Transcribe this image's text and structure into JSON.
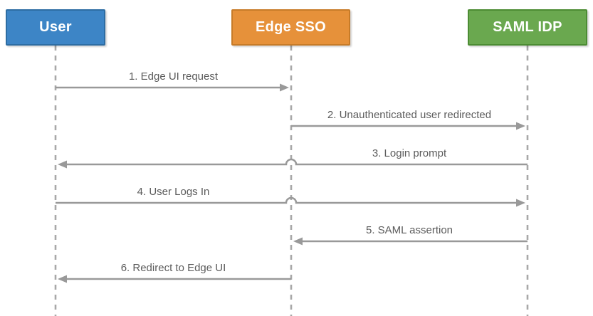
{
  "diagram": {
    "type": "sequence",
    "colors": {
      "background": "#ffffff",
      "line": "#999999",
      "lifeline": "#a8a8a8",
      "label_text": "#5b5b5b"
    },
    "actors": [
      {
        "id": "user",
        "label": "User",
        "fill": "#3d85c6",
        "border": "#2d6da3"
      },
      {
        "id": "edge_sso",
        "label": "Edge SSO",
        "fill": "#e6913a",
        "border": "#c77b28"
      },
      {
        "id": "saml_idp",
        "label": "SAML IDP",
        "fill": "#6aa84f",
        "border": "#4c8c33"
      }
    ],
    "messages": [
      {
        "label": "1. Edge UI request",
        "from": "user",
        "to": "edge_sso"
      },
      {
        "label": "2. Unauthenticated user redirected",
        "from": "edge_sso",
        "to": "saml_idp"
      },
      {
        "label": "3. Login prompt",
        "from": "saml_idp",
        "to": "user",
        "label_between": [
          "edge_sso",
          "saml_idp"
        ]
      },
      {
        "label": "4. User Logs In",
        "from": "user",
        "to": "saml_idp",
        "label_between": [
          "user",
          "edge_sso"
        ]
      },
      {
        "label": "5. SAML assertion",
        "from": "saml_idp",
        "to": "edge_sso"
      },
      {
        "label": "6. Redirect to Edge UI",
        "from": "edge_sso",
        "to": "user"
      }
    ]
  }
}
